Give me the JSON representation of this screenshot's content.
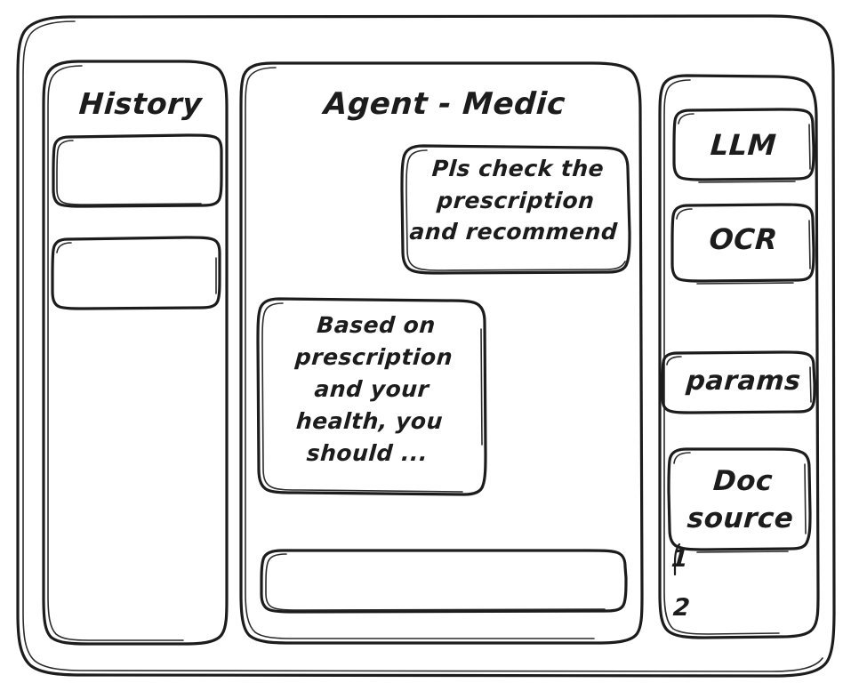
{
  "style": {
    "ink_color": "#1c1c1c",
    "background": "#ffffff",
    "look": "hand-drawn-wireframe"
  },
  "window": {
    "name": "agent-medic-chat-wireframe"
  },
  "sidebar_left": {
    "title": "History",
    "items": [
      {
        "label": "",
        "name": "history-item-1"
      },
      {
        "label": "",
        "name": "history-item-2"
      }
    ]
  },
  "main": {
    "title": "Agent - Medic",
    "messages": [
      {
        "role": "user",
        "text": "Pls check the\nprescription\nand recommend"
      },
      {
        "role": "assistant",
        "text": "Based on\nprescription\nand your\nhealth, you\nshould ..."
      }
    ],
    "composer": {
      "value": "",
      "placeholder": ""
    }
  },
  "sidebar_right": {
    "tools": [
      {
        "label": "LLM",
        "name": "tool-llm"
      },
      {
        "label": "OCR",
        "name": "tool-ocr"
      },
      {
        "label": "params",
        "name": "tool-params"
      }
    ],
    "doc_source": {
      "label": "Doc\nsource",
      "items": [
        "1",
        "2"
      ]
    }
  }
}
